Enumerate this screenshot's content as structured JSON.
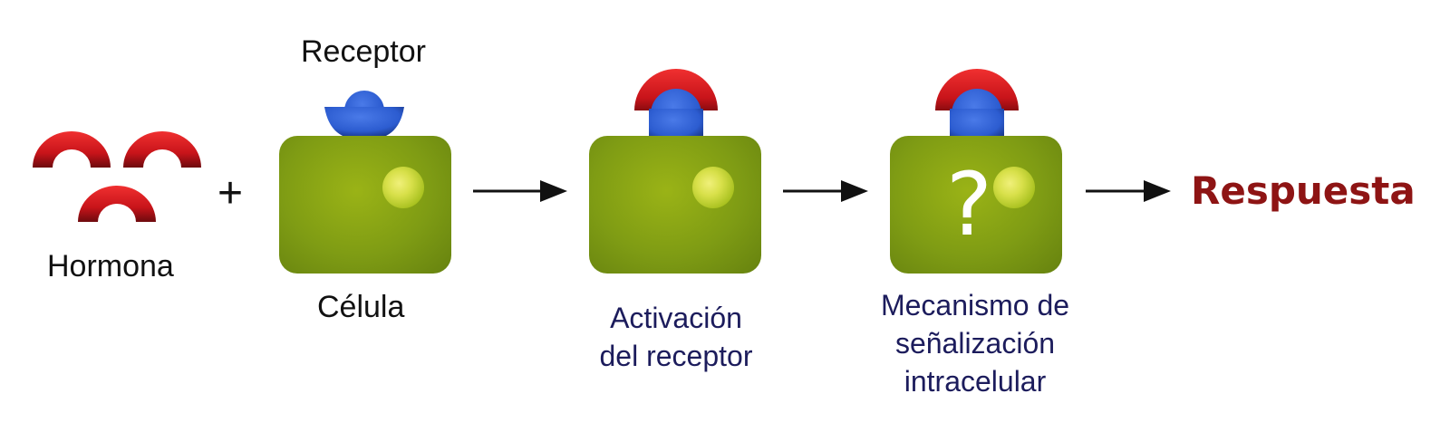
{
  "colors": {
    "hormone": "#d81e22",
    "receptor": "#2c5cd0",
    "cell": "#86a314",
    "response": "#8e1414",
    "stage_label": "#1c1c5c"
  },
  "labels": {
    "hormone": "Hormona",
    "plus": "+",
    "receptor": "Receptor",
    "cell": "Célula",
    "activation_line1": "Activación",
    "activation_line2": "del receptor",
    "mechanism_line1": "Mecanismo de",
    "mechanism_line2": "señalización",
    "mechanism_line3": "intracelular",
    "unknown_mark": "?",
    "response": "Respuesta"
  }
}
